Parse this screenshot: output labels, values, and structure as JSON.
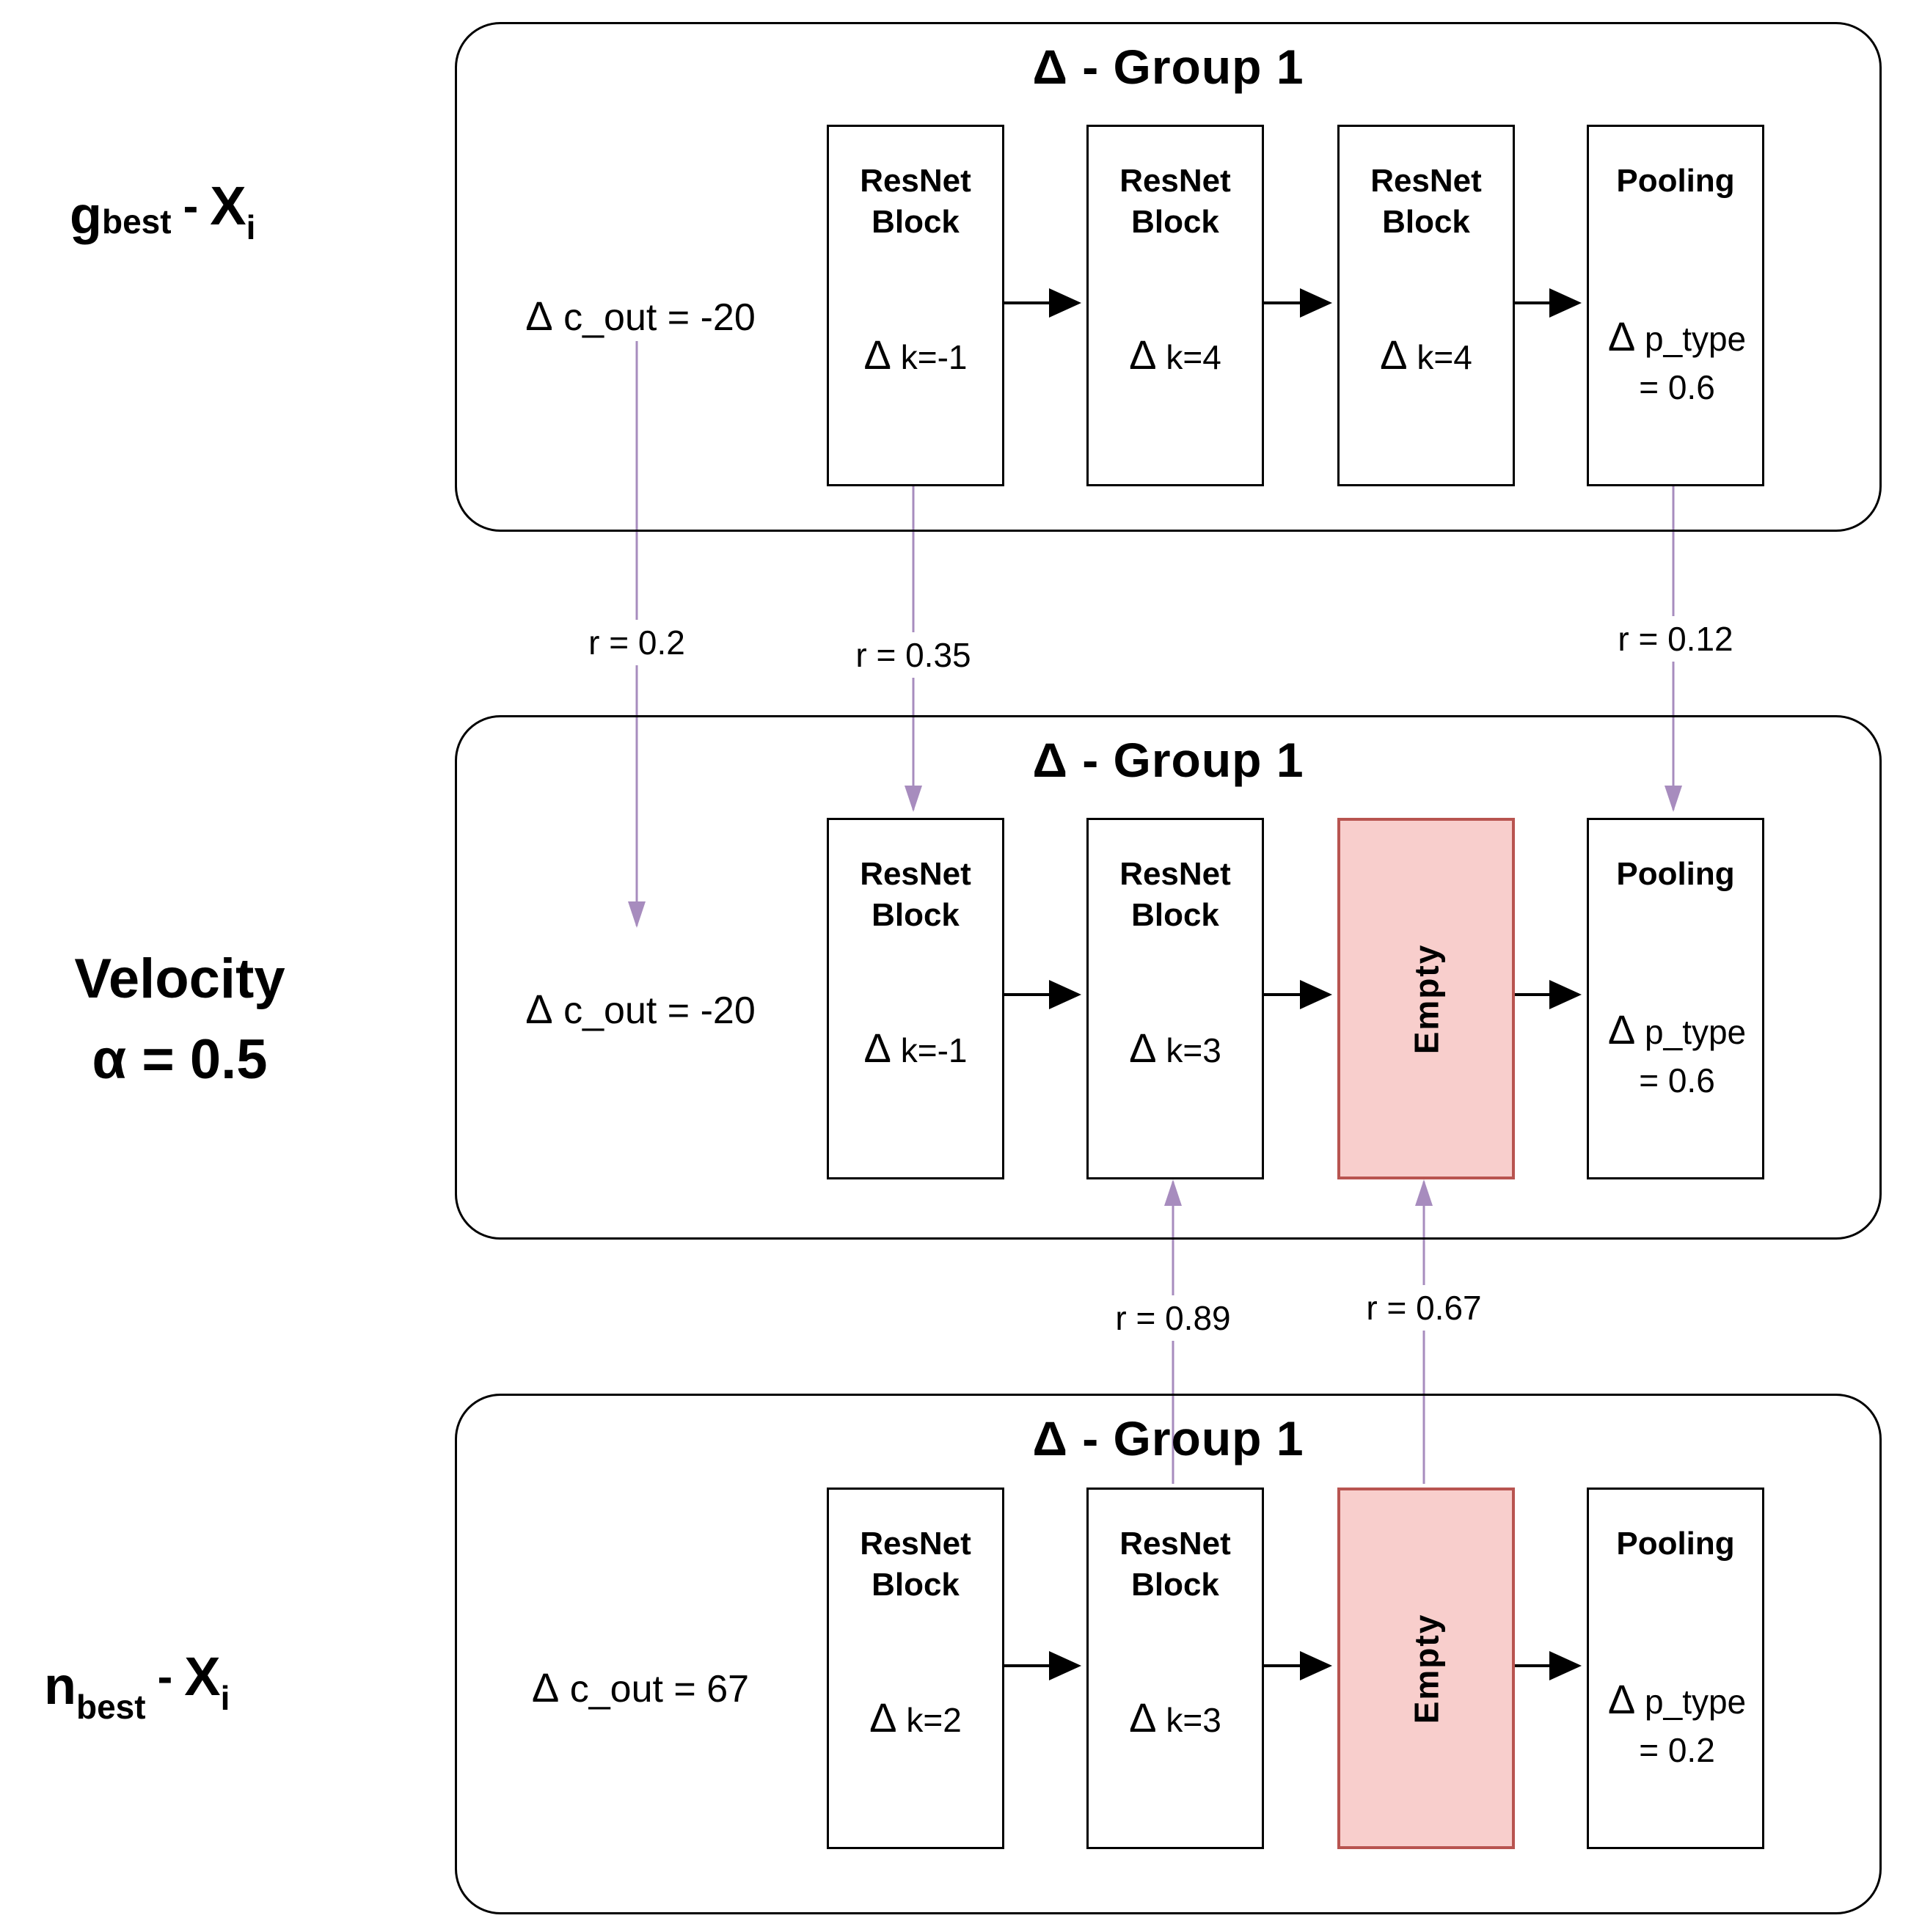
{
  "diagram_title": "Particle swarm velocity computation between architecture deltas",
  "colors": {
    "connector_purple": "#a78cbe",
    "flow_arrow_black": "#000000",
    "empty_block_fill": "#f8cecc",
    "empty_block_border": "#b85450",
    "block_border": "#000000"
  },
  "row_labels": {
    "gbest": {
      "base": "g",
      "base_sub": "best",
      "minus": "-",
      "x": "X",
      "x_sub": "i"
    },
    "velocity": {
      "line1": "Velocity",
      "line2": "α = 0.5"
    },
    "nbest": {
      "base": "n",
      "base_sub": "best",
      "minus": "-",
      "x": "X",
      "x_sub": "i"
    }
  },
  "groups": [
    {
      "title": "Δ - Group 1",
      "side": {
        "delta": "Δ",
        "text": "c_out = -20"
      },
      "blocks": [
        {
          "kind": "resnet",
          "line1": "ResNet",
          "line2": "Block",
          "delta": "Δ",
          "param": "k=-1"
        },
        {
          "kind": "resnet",
          "line1": "ResNet",
          "line2": "Block",
          "delta": "Δ",
          "param": "k=4"
        },
        {
          "kind": "resnet",
          "line1": "ResNet",
          "line2": "Block",
          "delta": "Δ",
          "param": "k=4"
        },
        {
          "kind": "pooling",
          "line1": "Pooling",
          "delta": "Δ",
          "param1": "p_type",
          "param2": "= 0.6"
        }
      ]
    },
    {
      "title": "Δ - Group 1",
      "side": {
        "delta": "Δ",
        "text": "c_out = -20"
      },
      "blocks": [
        {
          "kind": "resnet",
          "line1": "ResNet",
          "line2": "Block",
          "delta": "Δ",
          "param": "k=-1"
        },
        {
          "kind": "resnet",
          "line1": "ResNet",
          "line2": "Block",
          "delta": "Δ",
          "param": "k=3"
        },
        {
          "kind": "empty",
          "label": "Empty"
        },
        {
          "kind": "pooling",
          "line1": "Pooling",
          "delta": "Δ",
          "param1": "p_type",
          "param2": "= 0.6"
        }
      ]
    },
    {
      "title": "Δ - Group 1",
      "side": {
        "delta": "Δ",
        "text": "c_out = 67"
      },
      "blocks": [
        {
          "kind": "resnet",
          "line1": "ResNet",
          "line2": "Block",
          "delta": "Δ",
          "param": "k=2"
        },
        {
          "kind": "resnet",
          "line1": "ResNet",
          "line2": "Block",
          "delta": "Δ",
          "param": "k=3"
        },
        {
          "kind": "empty",
          "label": "Empty"
        },
        {
          "kind": "pooling",
          "line1": "Pooling",
          "delta": "Δ",
          "param1": "p_type",
          "param2": "= 0.2"
        }
      ]
    }
  ],
  "connectors": [
    {
      "label": "r = 0.2"
    },
    {
      "label": "r = 0.35"
    },
    {
      "label": "r = 0.12"
    },
    {
      "label": "r = 0.89"
    },
    {
      "label": "r = 0.67"
    }
  ]
}
